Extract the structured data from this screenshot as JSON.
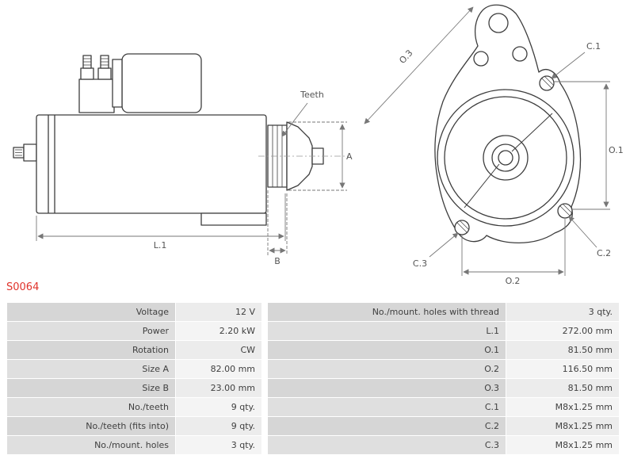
{
  "part_code": "S0064",
  "diagram": {
    "side": {
      "teeth": "Teeth",
      "a": "A",
      "b": "B",
      "l1": "L.1"
    },
    "front": {
      "o1": "O.1",
      "o2": "O.2",
      "o3": "O.3",
      "c1": "C.1",
      "c2": "C.2",
      "c3": "C.3"
    }
  },
  "table": {
    "rows": [
      {
        "l_label": "Voltage",
        "l_value": "12 V",
        "r_label": "No./mount. holes with thread",
        "r_value": "3 qty."
      },
      {
        "l_label": "Power",
        "l_value": "2.20 kW",
        "r_label": "L.1",
        "r_value": "272.00 mm"
      },
      {
        "l_label": "Rotation",
        "l_value": "CW",
        "r_label": "O.1",
        "r_value": "81.50 mm"
      },
      {
        "l_label": "Size A",
        "l_value": "82.00 mm",
        "r_label": "O.2",
        "r_value": "116.50 mm"
      },
      {
        "l_label": "Size B",
        "l_value": "23.00 mm",
        "r_label": "O.3",
        "r_value": "81.50 mm"
      },
      {
        "l_label": "No./teeth",
        "l_value": "9 qty.",
        "r_label": "C.1",
        "r_value": "M8x1.25 mm"
      },
      {
        "l_label": "No./teeth (fits into)",
        "l_value": "9 qty.",
        "r_label": "C.2",
        "r_value": "M8x1.25 mm"
      },
      {
        "l_label": "No./mount. holes",
        "l_value": "3 qty.",
        "r_label": "C.3",
        "r_value": "M8x1.25 mm"
      }
    ]
  },
  "colors": {
    "part_code": "#e0332b",
    "drawing_line": "#3d3d3d",
    "dimension_line": "#777777",
    "table_label_bg": "#d6d6d6",
    "table_value_bg": "#ececec"
  }
}
